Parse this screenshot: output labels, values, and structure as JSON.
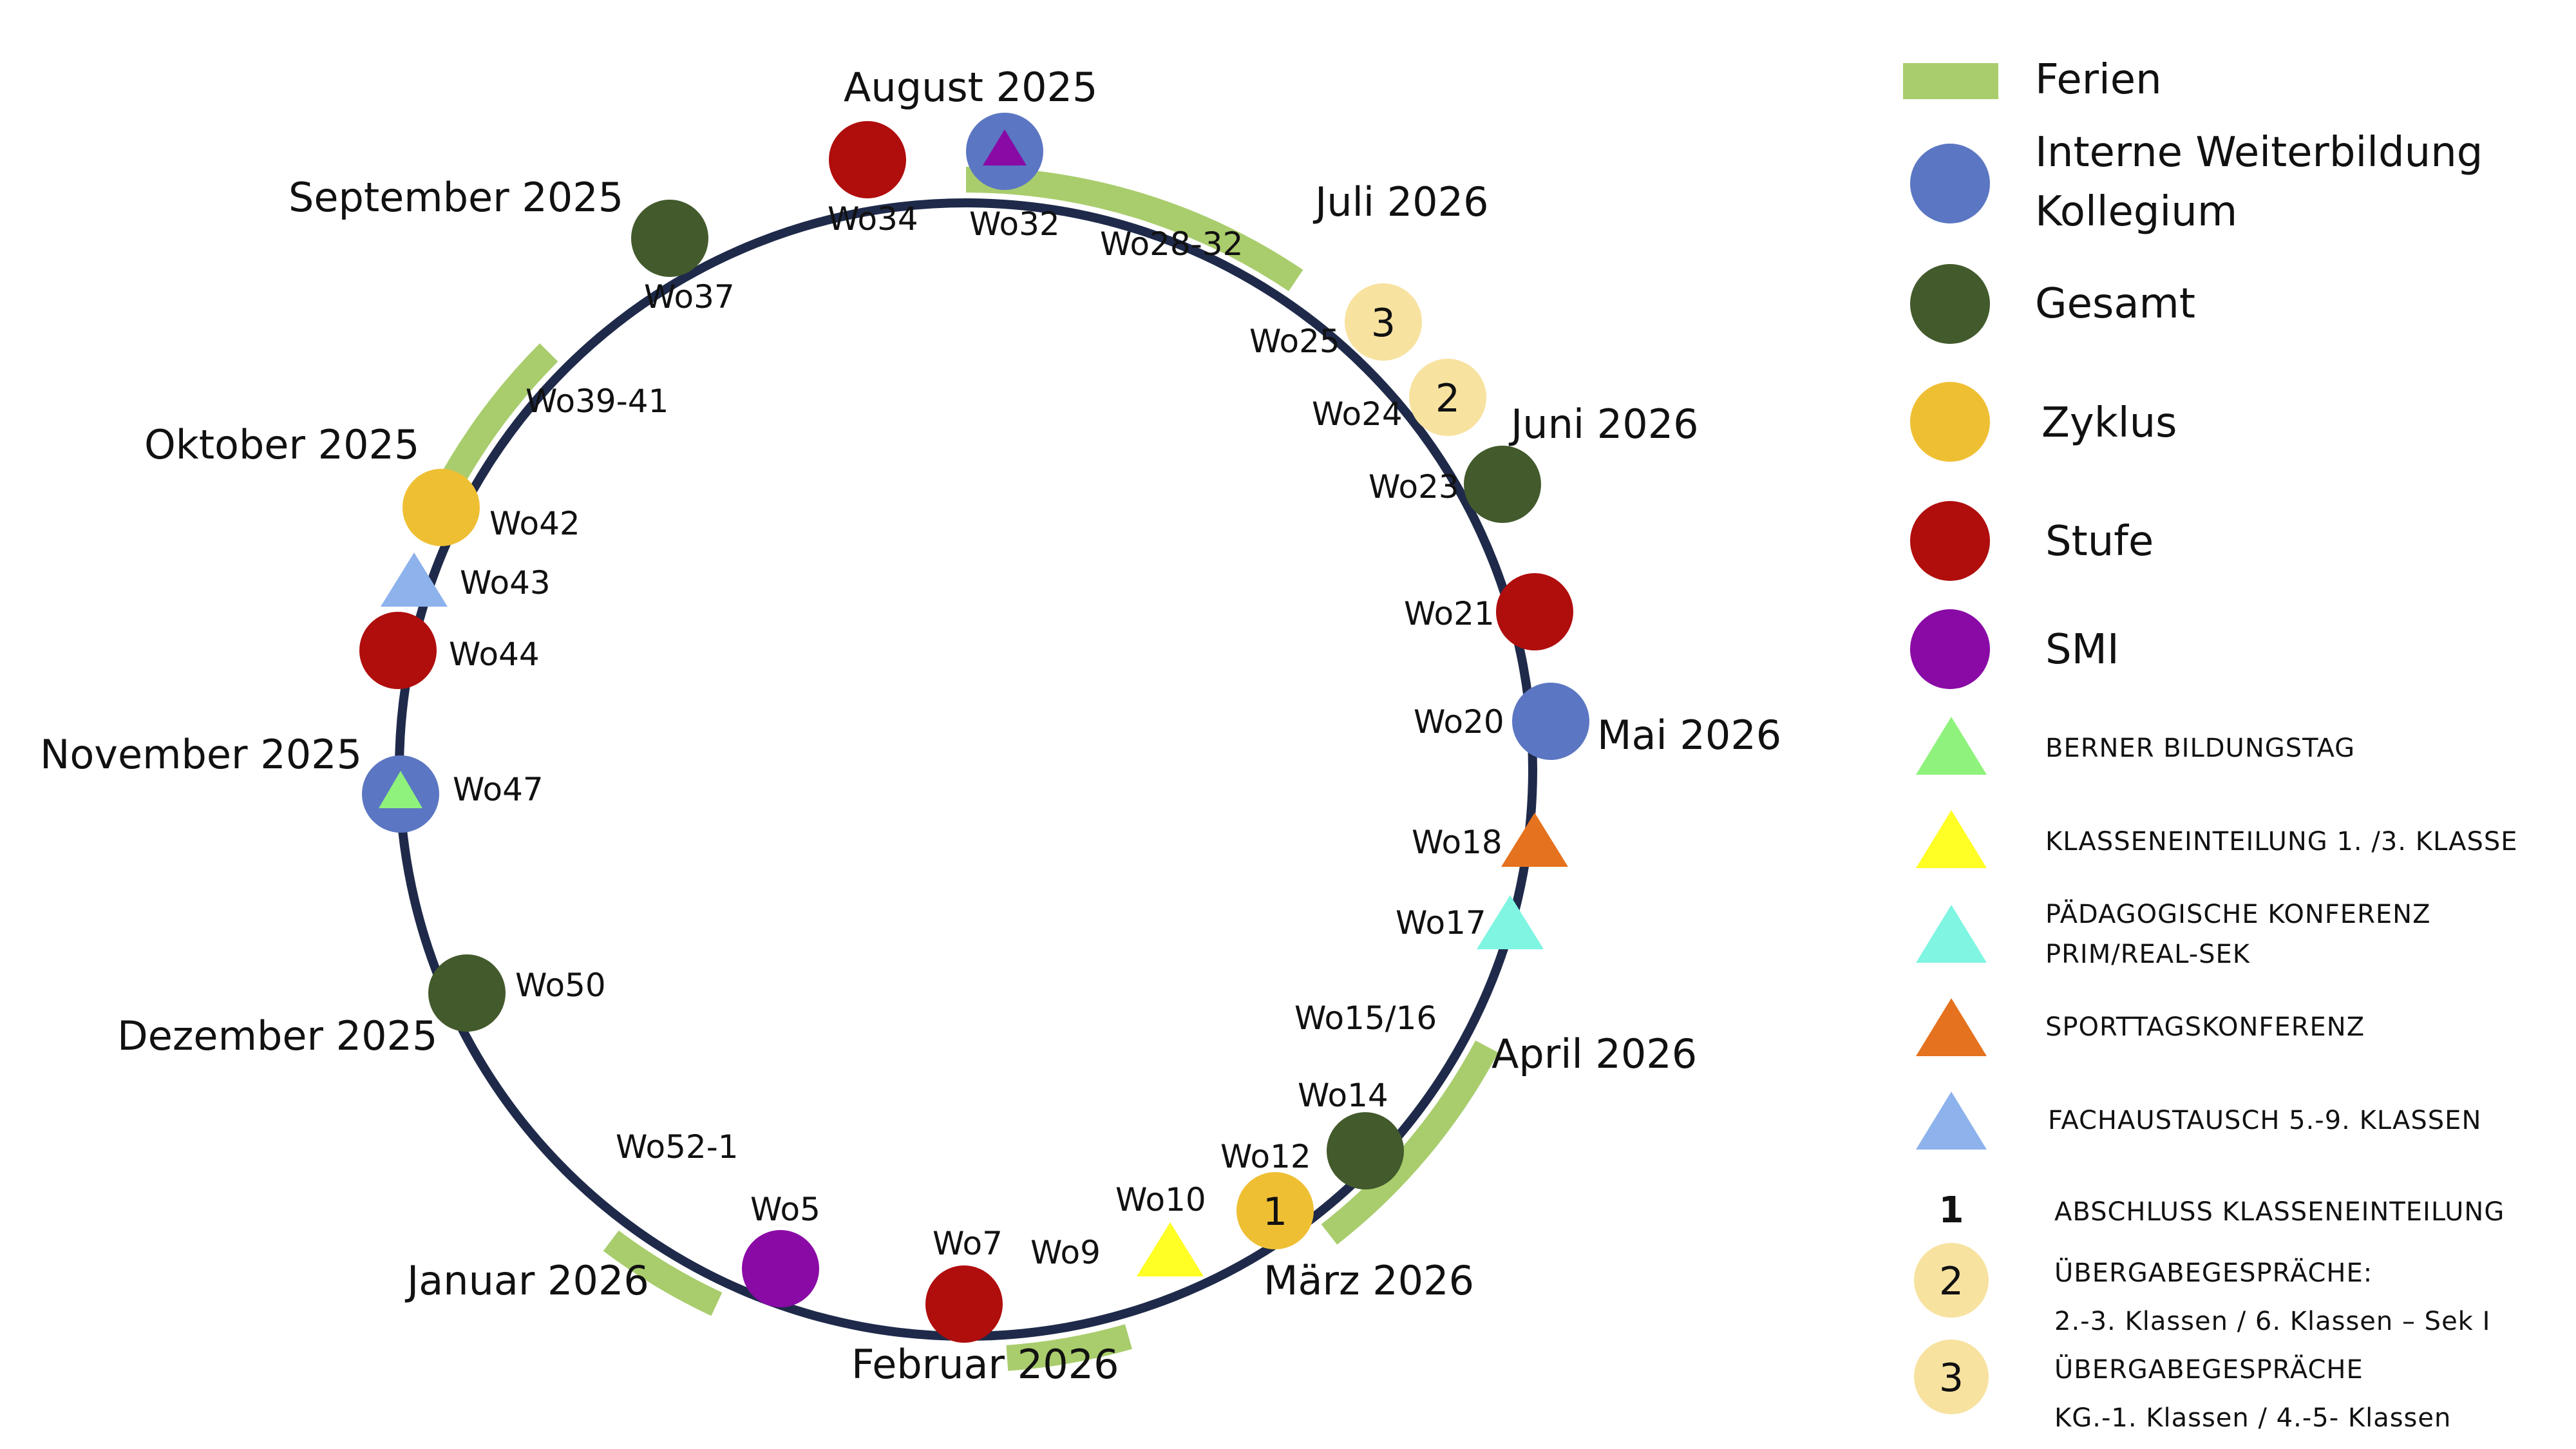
{
  "colors": {
    "ring": "#1f2a4a",
    "ferien": "#a9cd6d",
    "interne_weiterbildung": "#5b76c2",
    "gesamt": "#435a2c",
    "zyklus": "#efbf33",
    "stufe": "#b00d0d",
    "smi": "#8a0aa6",
    "uebergabe": "#f7e2a0",
    "berner": "#8ff27c",
    "klasseneinteilung": "#ffff25",
    "paedagogisch": "#7ff5e2",
    "sporttag": "#e5721e",
    "fachaustausch": "#8db2ec",
    "smi_triangle": "#8a0aa6"
  },
  "months": [
    {
      "id": "aug25",
      "label": "August 2025"
    },
    {
      "id": "sep25",
      "label": "September 2025"
    },
    {
      "id": "okt25",
      "label": "Oktober 2025"
    },
    {
      "id": "nov25",
      "label": "November 2025"
    },
    {
      "id": "dez25",
      "label": "Dezember 2025"
    },
    {
      "id": "jan26",
      "label": "Januar 2026"
    },
    {
      "id": "feb26",
      "label": "Februar 2026"
    },
    {
      "id": "mar26",
      "label": "März 2026"
    },
    {
      "id": "apr26",
      "label": "April 2026"
    },
    {
      "id": "mai26",
      "label": "Mai 2026"
    },
    {
      "id": "jun26",
      "label": "Juni 2026"
    },
    {
      "id": "jul26",
      "label": "Juli 2026"
    }
  ],
  "ferien_labels": [
    {
      "id": "wo28",
      "label": "Wo28-32"
    },
    {
      "id": "wo39",
      "label": "Wo39-41"
    },
    {
      "id": "wo52",
      "label": "Wo52-1"
    },
    {
      "id": "wo9",
      "label": "Wo9"
    },
    {
      "id": "wo15",
      "label": "Wo15/16"
    }
  ],
  "events": [
    {
      "id": "wo32",
      "label": "Wo32",
      "shape": "circle",
      "category": "interne_weiterbildung",
      "overlay": "smi_triangle"
    },
    {
      "id": "wo34",
      "label": "Wo34",
      "shape": "circle",
      "category": "stufe"
    },
    {
      "id": "wo37",
      "label": "Wo37",
      "shape": "circle",
      "category": "gesamt"
    },
    {
      "id": "wo42",
      "label": "Wo42",
      "shape": "circle",
      "category": "zyklus"
    },
    {
      "id": "wo43",
      "label": "Wo43",
      "shape": "triangle",
      "category": "fachaustausch"
    },
    {
      "id": "wo44",
      "label": "Wo44",
      "shape": "circle",
      "category": "stufe"
    },
    {
      "id": "wo47",
      "label": "Wo47",
      "shape": "circle",
      "category": "interne_weiterbildung",
      "overlay": "berner"
    },
    {
      "id": "wo50",
      "label": "Wo50",
      "shape": "circle",
      "category": "gesamt"
    },
    {
      "id": "wo5",
      "label": "Wo5",
      "shape": "circle",
      "category": "smi"
    },
    {
      "id": "wo7",
      "label": "Wo7",
      "shape": "circle",
      "category": "stufe"
    },
    {
      "id": "wo10",
      "label": "Wo10",
      "shape": "triangle",
      "category": "klasseneinteilung"
    },
    {
      "id": "wo12",
      "label": "Wo12",
      "shape": "circle",
      "category": "zyklus",
      "number": "1"
    },
    {
      "id": "wo14",
      "label": "Wo14",
      "shape": "circle",
      "category": "gesamt"
    },
    {
      "id": "wo17",
      "label": "Wo17",
      "shape": "triangle",
      "category": "paedagogisch"
    },
    {
      "id": "wo18",
      "label": "Wo18",
      "shape": "triangle",
      "category": "sporttag"
    },
    {
      "id": "wo20",
      "label": "Wo20",
      "shape": "circle",
      "category": "interne_weiterbildung"
    },
    {
      "id": "wo21",
      "label": "Wo21",
      "shape": "circle",
      "category": "stufe"
    },
    {
      "id": "wo23",
      "label": "Wo23",
      "shape": "circle",
      "category": "gesamt"
    },
    {
      "id": "wo24",
      "label": "Wo24",
      "shape": "circle",
      "category": "uebergabe",
      "number": "2"
    },
    {
      "id": "wo25",
      "label": "Wo25",
      "shape": "circle",
      "category": "uebergabe",
      "number": "3"
    }
  ],
  "legend": [
    {
      "id": "ferien",
      "symbol": "bar",
      "color_key": "ferien",
      "lines": [
        "Ferien"
      ]
    },
    {
      "id": "interne",
      "symbol": "circle",
      "color_key": "interne_weiterbildung",
      "lines": [
        "Interne Weiterbildung",
        "Kollegium"
      ]
    },
    {
      "id": "gesamt",
      "symbol": "circle",
      "color_key": "gesamt",
      "lines": [
        "Gesamt"
      ]
    },
    {
      "id": "zyklus",
      "symbol": "circle",
      "color_key": "zyklus",
      "lines": [
        "Zyklus"
      ]
    },
    {
      "id": "stufe",
      "symbol": "circle",
      "color_key": "stufe",
      "lines": [
        "Stufe"
      ]
    },
    {
      "id": "smi",
      "symbol": "circle",
      "color_key": "smi",
      "lines": [
        "SMI"
      ]
    },
    {
      "id": "berner",
      "symbol": "triangle",
      "color_key": "berner",
      "lines": [
        "BERNER BILDUNGSTAG"
      ]
    },
    {
      "id": "klasseneinteilung",
      "symbol": "triangle",
      "color_key": "klasseneinteilung",
      "lines": [
        "KLASSENEINTEILUNG 1. /3. KLASSE"
      ]
    },
    {
      "id": "paedagogisch",
      "symbol": "triangle",
      "color_key": "paedagogisch",
      "lines": [
        "PÄDAGOGISCHE KONFERENZ",
        "PRIM/REAL-SEK"
      ]
    },
    {
      "id": "sporttag",
      "symbol": "triangle",
      "color_key": "sporttag",
      "lines": [
        "SPORTTAGSKONFERENZ"
      ]
    },
    {
      "id": "fachaustausch",
      "symbol": "triangle",
      "color_key": "fachaustausch",
      "lines": [
        "FACHAUSTAUSCH 5.-9. KLASSEN"
      ]
    },
    {
      "id": "abschluss",
      "symbol": "number",
      "number": "1",
      "lines": [
        "ABSCHLUSS KLASSENEINTEILUNG"
      ]
    },
    {
      "id": "uebergabe2",
      "symbol": "numbered-circle",
      "color_key": "uebergabe",
      "number": "2",
      "lines": [
        "ÜBERGABEGESPRÄCHE:",
        "2.-3. Klassen / 6. Klassen – Sek I"
      ]
    },
    {
      "id": "uebergabe3",
      "symbol": "numbered-circle",
      "color_key": "uebergabe",
      "number": "3",
      "lines": [
        "ÜBERGABEGESPRÄCHE",
        "KG.-1. Klassen / 4.-5- Klassen"
      ]
    }
  ]
}
